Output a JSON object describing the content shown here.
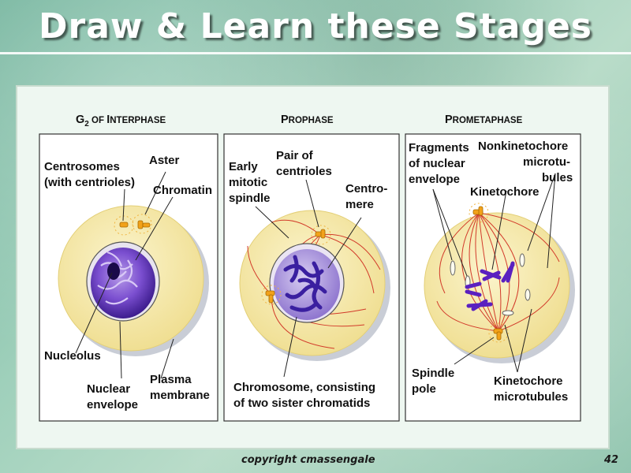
{
  "slide": {
    "title": "Draw & Learn these Stages",
    "footer_text": "copyright cmassengale",
    "page_number": "42"
  },
  "diagram": {
    "panels": [
      {
        "header": "G2 of Interphase",
        "header_parts": [
          "G",
          "2",
          " OF ",
          "I",
          "NTERPHASE"
        ],
        "labels": {
          "centrosomes_1": "Centrosomes",
          "centrosomes_2": "(with centrioles)",
          "aster": "Aster",
          "chromatin": "Chromatin",
          "nucleolus": "Nucleolus",
          "nuclear_envelope_1": "Nuclear",
          "nuclear_envelope_2": "envelope",
          "plasma_membrane_1": "Plasma",
          "plasma_membrane_2": "membrane"
        }
      },
      {
        "header": "Prophase",
        "header_parts": [
          "P",
          "ROPHASE"
        ],
        "labels": {
          "early_spindle_1": "Early",
          "early_spindle_2": "mitotic",
          "early_spindle_3": "spindle",
          "centrioles_1": "Pair of",
          "centrioles_2": "centrioles",
          "centromere_1": "Centro-",
          "centromere_2": "mere",
          "chromosome_1": "Chromosome, consisting",
          "chromosome_2": "of two sister chromatids"
        }
      },
      {
        "header": "Prometaphase",
        "header_parts": [
          "P",
          "ROMETAPHASE"
        ],
        "labels": {
          "fragments_1": "Fragments",
          "fragments_2": "of nuclear",
          "fragments_3": "envelope",
          "nonkinetochore_1": "Nonkinetochore",
          "nonkinetochore_2": "microtu-",
          "nonkinetochore_3": "bules",
          "kinetochore": "Kinetochore",
          "spindle_pole_1": "Spindle",
          "spindle_pole_2": "pole",
          "kinetochore_mt_1": "Kinetochore",
          "kinetochore_mt_2": "microtubules"
        }
      }
    ],
    "colors": {
      "cell": "#f6e9a4",
      "panel_bg": "#ffffff",
      "nucleus": "#5a2bb5",
      "spindle": "#d23a2a",
      "centrosome": "#f2a21a"
    }
  }
}
